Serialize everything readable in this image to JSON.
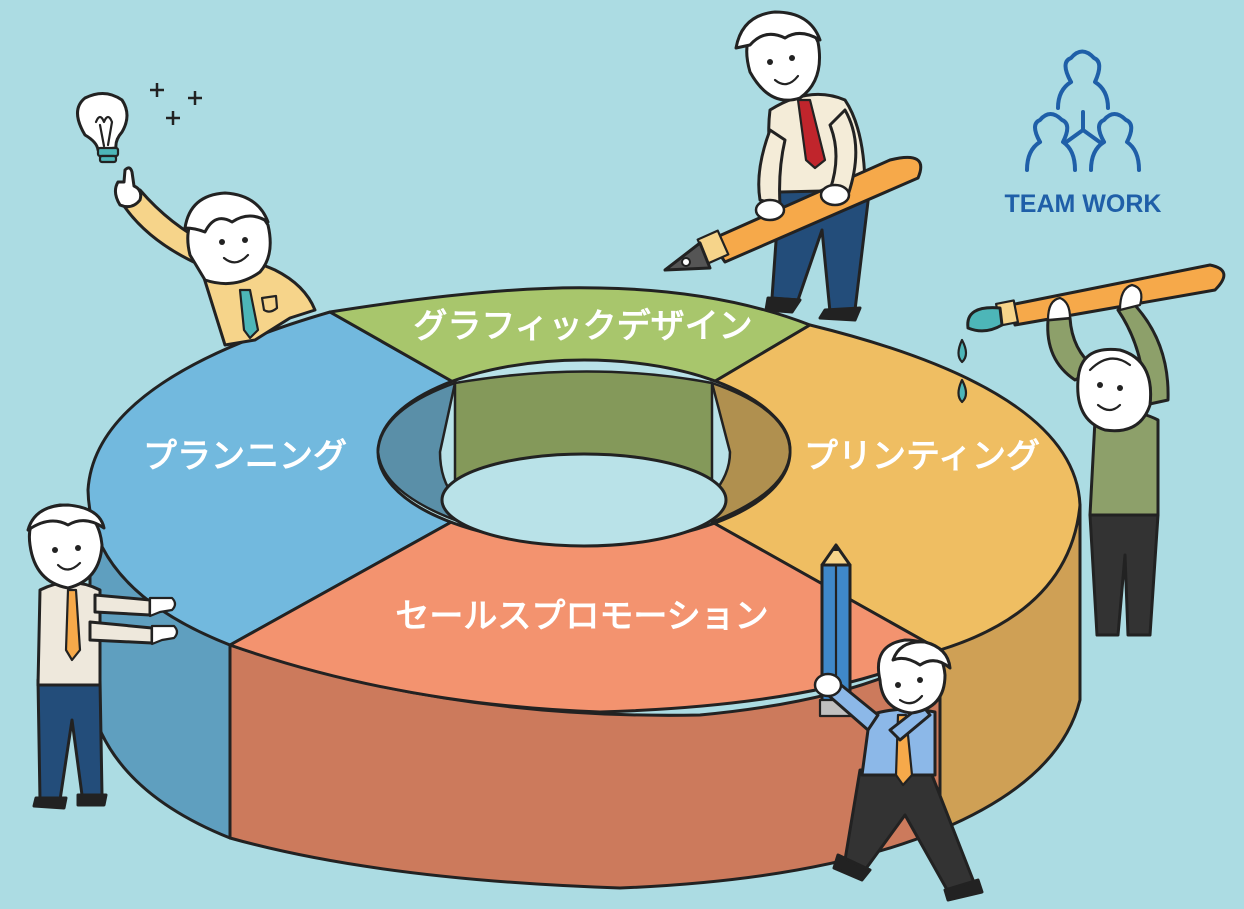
{
  "diagram": {
    "segments": [
      {
        "id": "planning",
        "label": "プランニング",
        "top_color": "#72b9de",
        "side_color": "#5f9fbf",
        "inner_color": "#5a8fa8"
      },
      {
        "id": "graphic-design",
        "label": "グラフィックデザイン",
        "top_color": "#a8c66c",
        "side_color": "#8cab59",
        "inner_color": "#84995a"
      },
      {
        "id": "printing",
        "label": "プリンティング",
        "top_color": "#efbe62",
        "side_color": "#cfa055",
        "inner_color": "#b0904f"
      },
      {
        "id": "sales-promotion",
        "label": "セールスプロモーション",
        "top_color": "#f3936f",
        "side_color": "#cc7a5c",
        "inner_color": "#c67258"
      }
    ]
  },
  "logo": {
    "text": "TEAM WORK",
    "color": "#1f5fa8",
    "icon": "team-people-icon"
  },
  "colors": {
    "background": "#acdce3",
    "ink": "#222222",
    "skin": "#ffffff",
    "hole": "#b9e2e8"
  },
  "figures": [
    {
      "name": "person-with-lightbulb",
      "prop": "lightbulb-icon"
    },
    {
      "name": "person-with-fountain-pen",
      "prop": "fountain-pen-icon"
    },
    {
      "name": "person-with-paintbrush",
      "prop": "paintbrush-icon"
    },
    {
      "name": "person-pointing",
      "prop": "pointing-hands"
    },
    {
      "name": "person-with-pencil",
      "prop": "pencil-icon"
    }
  ]
}
